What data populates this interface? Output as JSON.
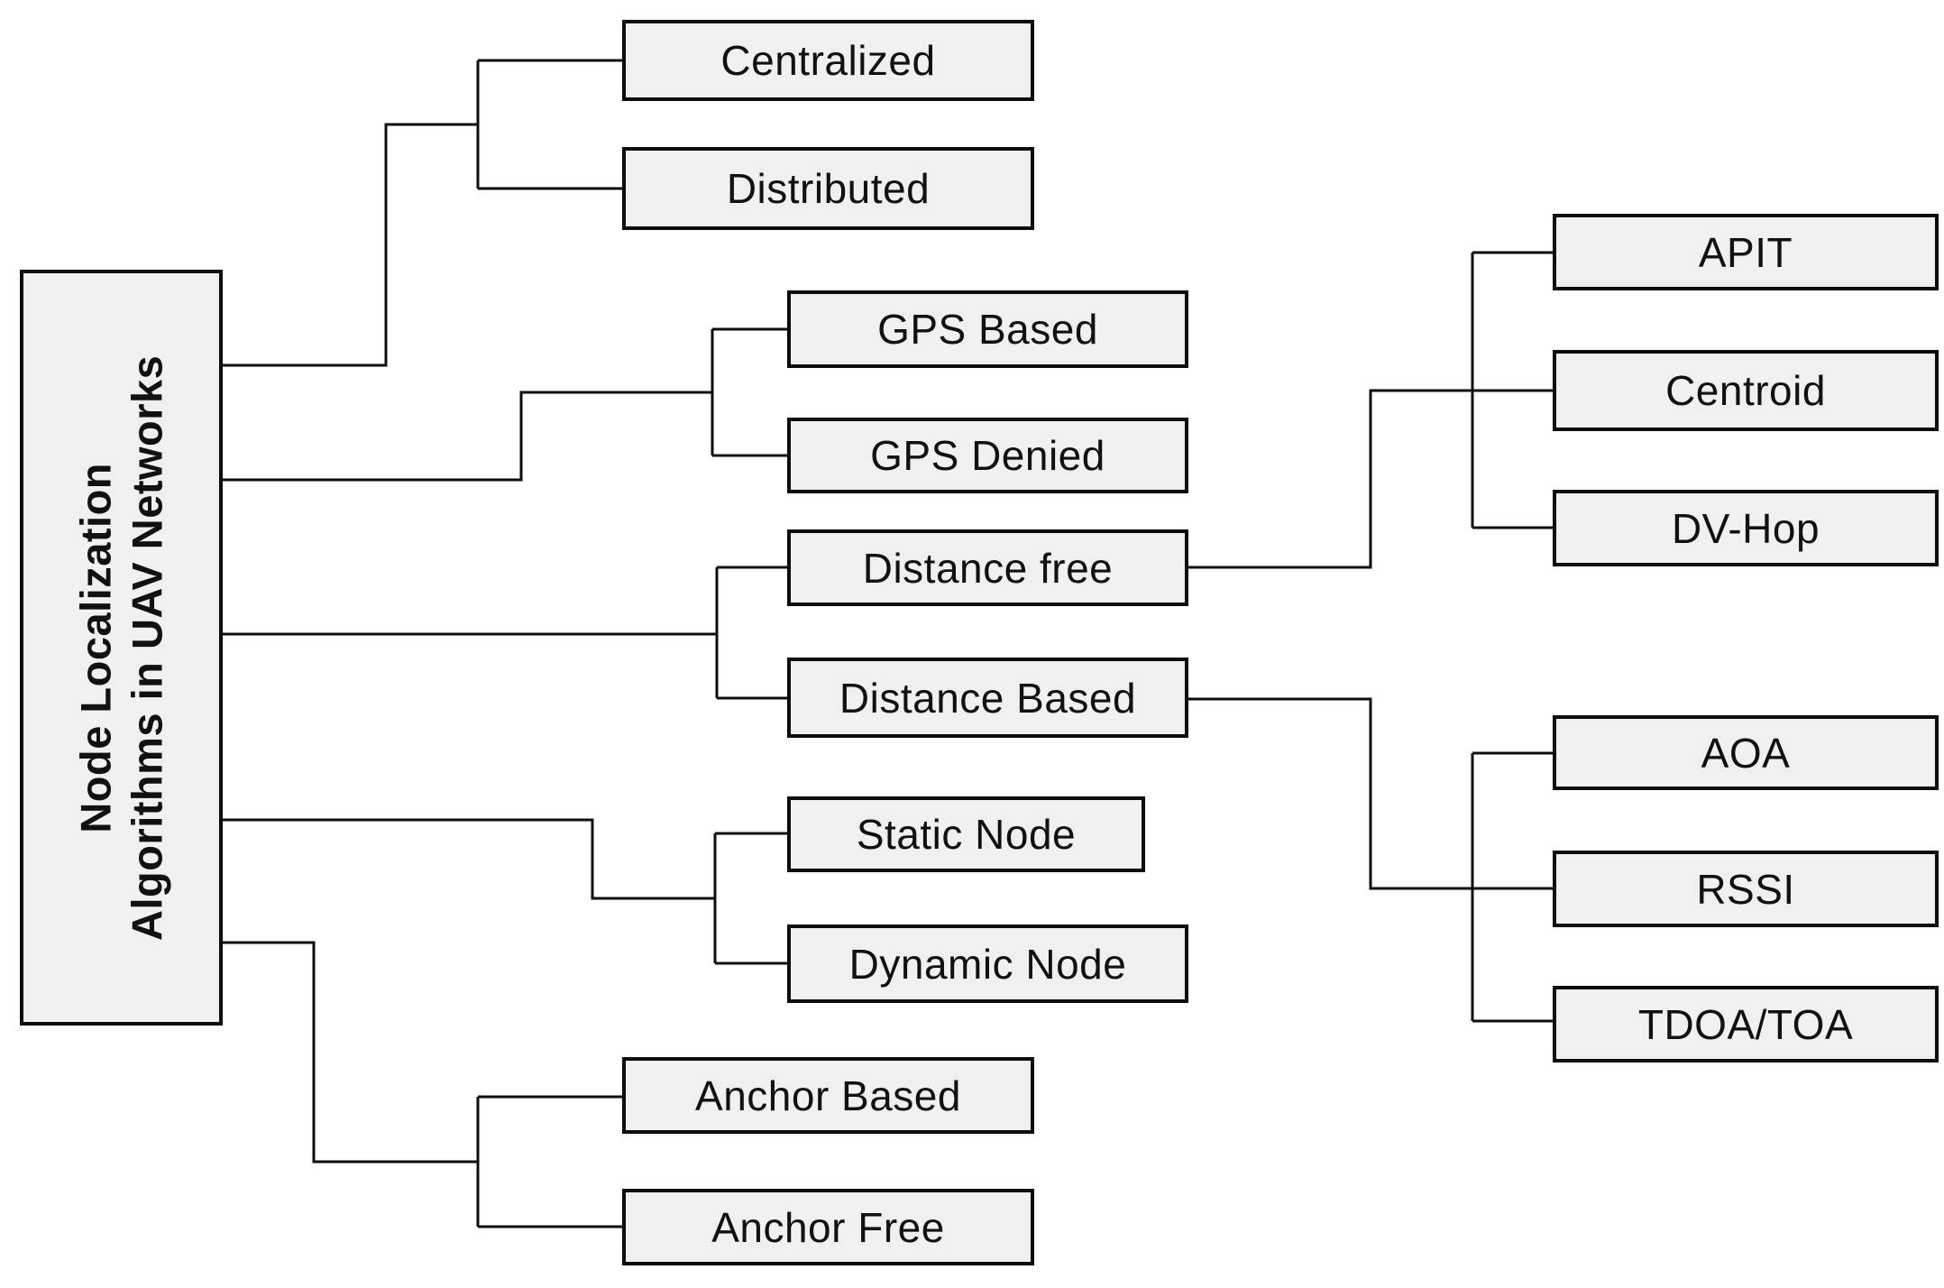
{
  "diagram": {
    "title": "Node Localization Algorithms in UAV Networks",
    "type": "tree",
    "colors": {
      "background": "#ffffff",
      "box_fill": "#f0f0f0",
      "box_border": "#0d0d0d",
      "line": "#0d0d0d",
      "text": "#111111"
    },
    "root": {
      "line1": "Node Localization",
      "line2": "Algorithms in UAV Networks"
    },
    "nodes": {
      "centralized": {
        "label": "Centralized"
      },
      "distributed": {
        "label": "Distributed"
      },
      "gps_based": {
        "label": "GPS Based"
      },
      "gps_denied": {
        "label": "GPS Denied"
      },
      "distance_free": {
        "label": "Distance free"
      },
      "distance_based": {
        "label": "Distance Based"
      },
      "static_node": {
        "label": "Static Node"
      },
      "dynamic_node": {
        "label": "Dynamic Node"
      },
      "anchor_based": {
        "label": "Anchor Based"
      },
      "anchor_free": {
        "label": "Anchor Free"
      },
      "apit": {
        "label": "APIT"
      },
      "centroid": {
        "label": "Centroid"
      },
      "dv_hop": {
        "label": "DV-Hop"
      },
      "aoa": {
        "label": "AOA"
      },
      "rssi": {
        "label": "RSSI"
      },
      "tdoa_toa": {
        "label": "TDOA/TOA"
      }
    },
    "hierarchy": {
      "root_pairs": [
        [
          "centralized",
          "distributed"
        ],
        [
          "gps_based",
          "gps_denied"
        ],
        [
          "distance_free",
          "distance_based"
        ],
        [
          "static_node",
          "dynamic_node"
        ],
        [
          "anchor_based",
          "anchor_free"
        ]
      ],
      "distance_free_children": [
        "apit",
        "centroid",
        "dv_hop"
      ],
      "distance_based_children": [
        "aoa",
        "rssi",
        "tdoa_toa"
      ]
    }
  }
}
